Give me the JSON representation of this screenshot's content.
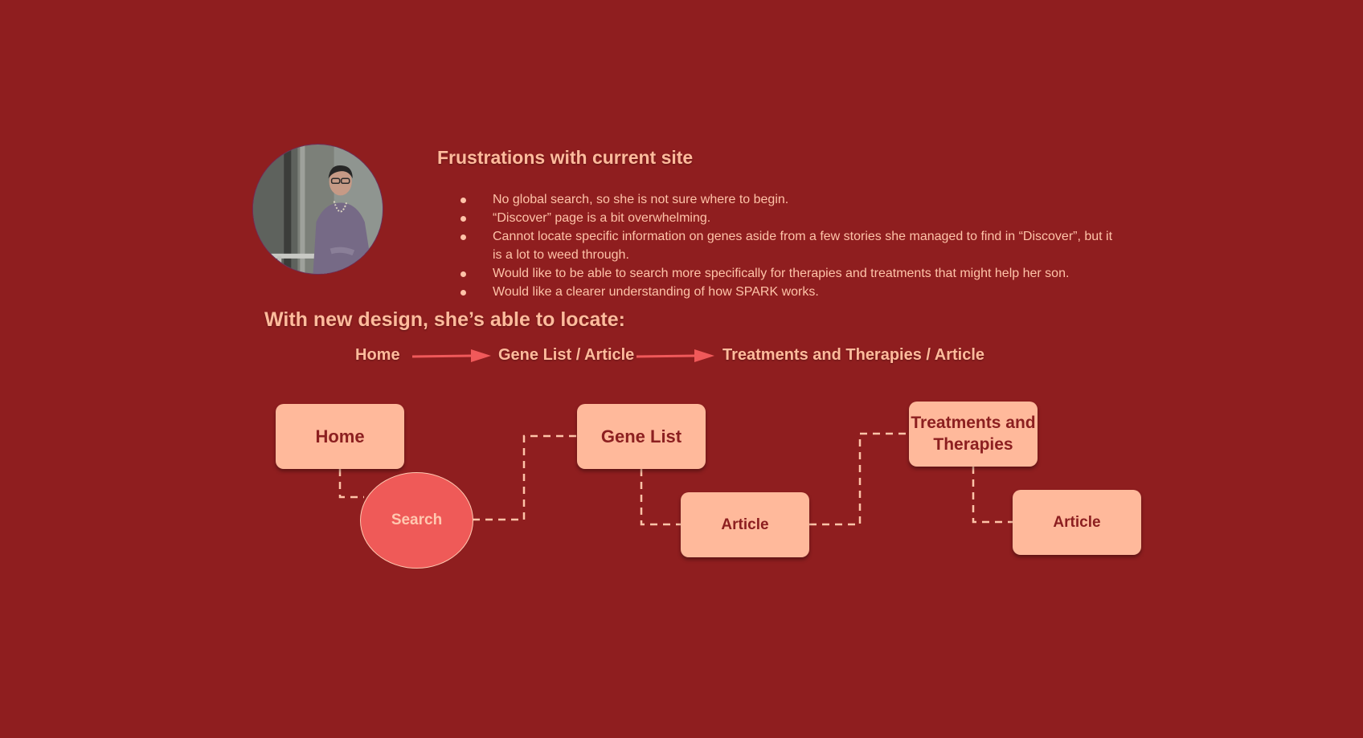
{
  "persona": {
    "avatar_icon": "persona-photo"
  },
  "frustrations": {
    "title": "Frustrations with current site",
    "items": [
      "No global search, so she is not sure where to begin.",
      "“Discover” page is a bit overwhelming.",
      "Cannot locate specific information on genes aside from a few stories she managed to find in “Discover”, but it is a lot to weed through.",
      "Would like to be able to search more specifically for therapies and treatments that might help her son.",
      "Would like a clearer understanding of how SPARK works."
    ]
  },
  "new_design": {
    "title": "With new design, she’s able to locate:",
    "path": [
      "Home",
      "Gene List / Article",
      "Treatments and Therapies / Article"
    ]
  },
  "flow": {
    "home": "Home",
    "search": "Search",
    "gene_list": "Gene List",
    "article_1": "Article",
    "treatments": "Treatments and Therapies",
    "article_2": "Article"
  },
  "colors": {
    "background": "#8f1e1f",
    "heading": "#ffbb9c",
    "node": "#ffb99b",
    "node_text": "#8c1f20",
    "search_node": "#ef5a58",
    "arrow": "#f0595a",
    "connector": "#ffc3a8"
  }
}
